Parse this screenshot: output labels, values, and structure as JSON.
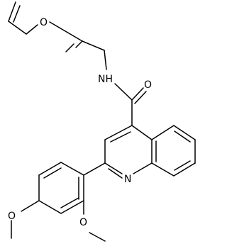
{
  "structure": {
    "bond_color": "#000000",
    "background_color": "#ffffff",
    "atom_labels": [
      {
        "id": "furan-oxygen",
        "text": "O"
      },
      {
        "id": "amide-nitrogen",
        "text": "NH"
      },
      {
        "id": "carbonyl-oxygen",
        "text": "O"
      },
      {
        "id": "quinoline-nitrogen",
        "text": "N"
      },
      {
        "id": "methoxy-oxygen-para",
        "text": "O"
      },
      {
        "id": "methoxy-oxygen-ortho",
        "text": "O"
      }
    ]
  }
}
